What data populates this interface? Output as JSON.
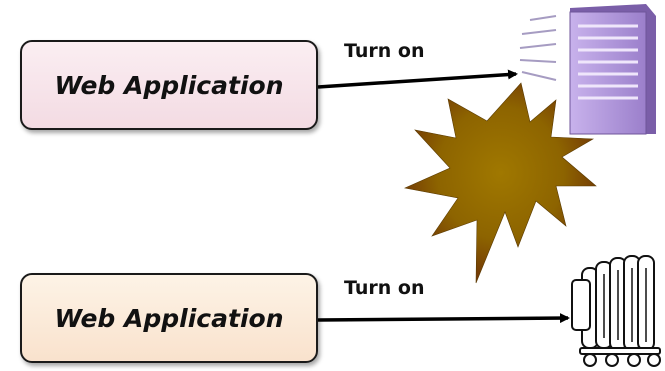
{
  "top_app": {
    "label": "Web Application",
    "action_label": "Turn on"
  },
  "bottom_app": {
    "label": "Web Application",
    "action_label": "Turn on"
  },
  "icons": {
    "server": "server-icon",
    "heater": "oil-heater-icon",
    "explosion": "explosion-icon"
  },
  "colors": {
    "top_box_fill": "#f3dbe3",
    "bottom_box_fill": "#f9e2cd",
    "server_body": "#a98bd6",
    "explosion_fill": "#a98200"
  }
}
